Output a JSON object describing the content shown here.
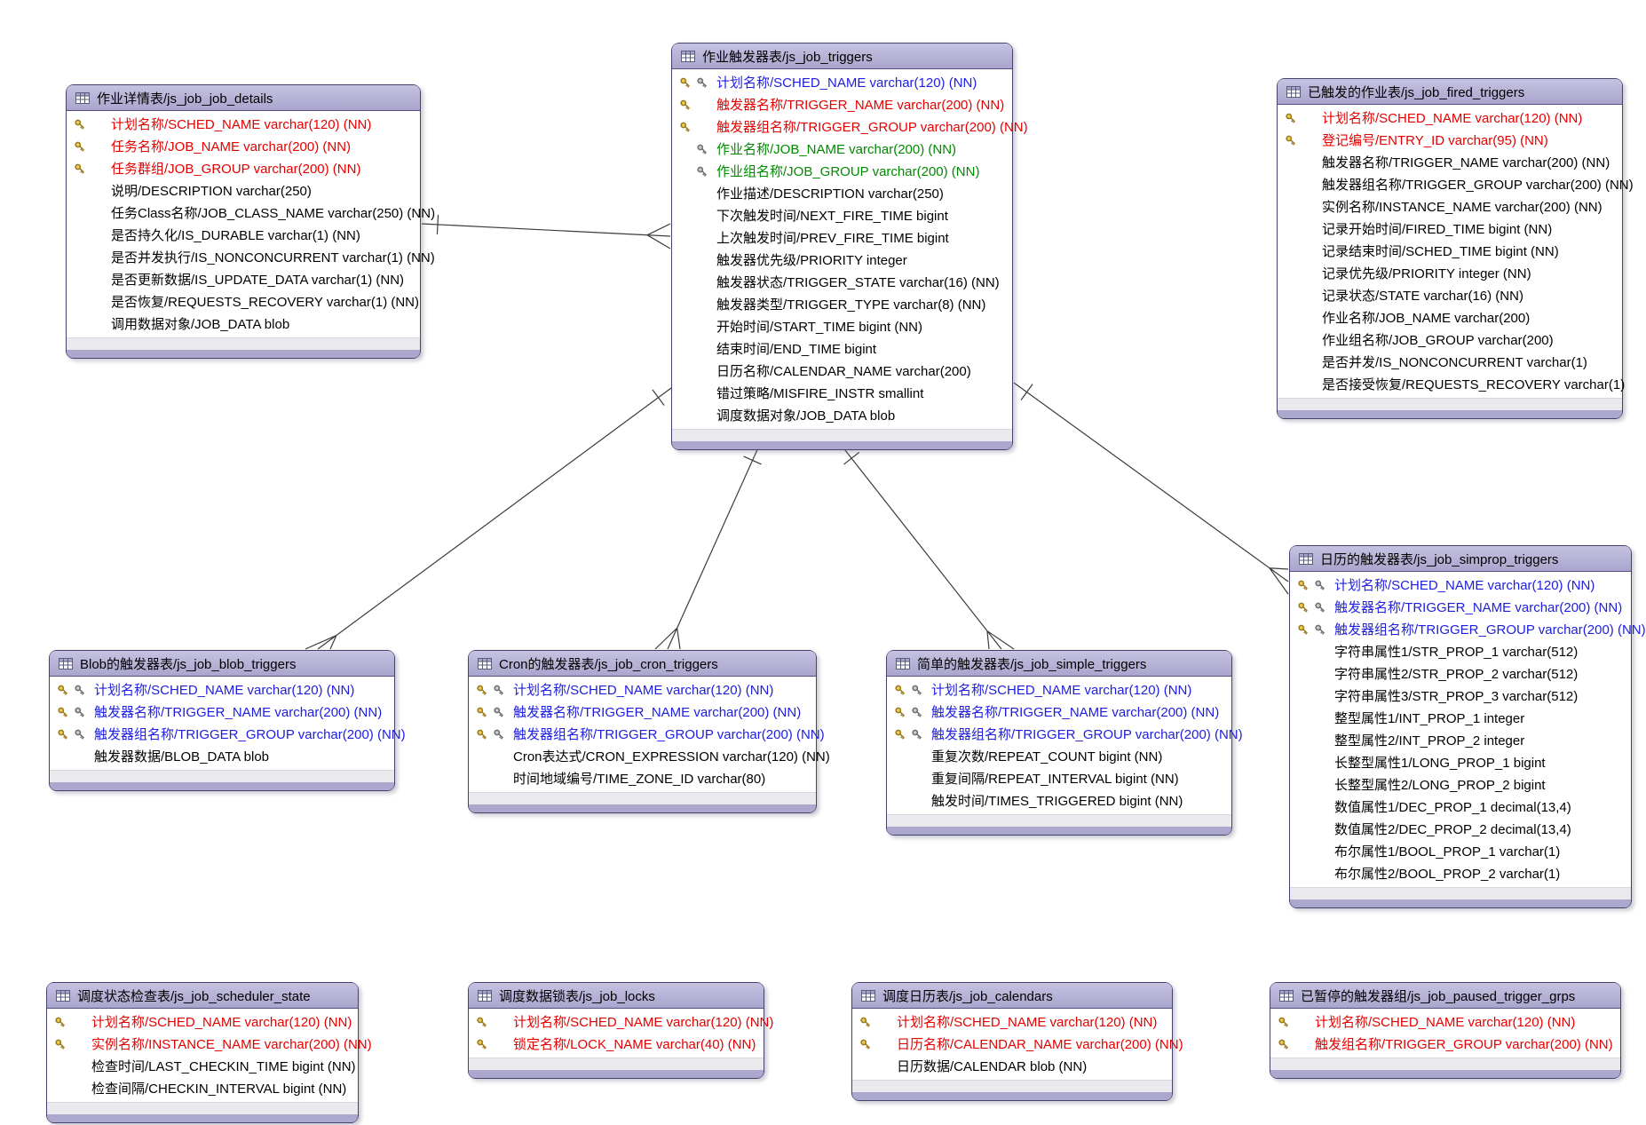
{
  "colors": {
    "header_fill": "#aba7cd",
    "table_border": "#46426e",
    "pk_text": "#e50000",
    "pk_fk_text": "#1d1de0",
    "fk_text": "#008a00",
    "normal_text": "#000000",
    "connector_line": "#3c3c3c"
  },
  "tables": [
    {
      "id": "js_job_job_details",
      "title": "作业详情表/js_job_job_details",
      "fields": [
        {
          "label": "计划名称/SCHED_NAME varchar(120) (NN)",
          "icons": "pk",
          "color": "red"
        },
        {
          "label": "任务名称/JOB_NAME varchar(200) (NN)",
          "icons": "pk",
          "color": "red"
        },
        {
          "label": "任务群组/JOB_GROUP varchar(200) (NN)",
          "icons": "pk",
          "color": "red"
        },
        {
          "label": "说明/DESCRIPTION varchar(250)",
          "icons": "none",
          "color": "black"
        },
        {
          "label": "任务Class名称/JOB_CLASS_NAME varchar(250) (NN)",
          "icons": "none",
          "color": "black"
        },
        {
          "label": "是否持久化/IS_DURABLE varchar(1) (NN)",
          "icons": "none",
          "color": "black"
        },
        {
          "label": "是否并发执行/IS_NONCONCURRENT varchar(1) (NN)",
          "icons": "none",
          "color": "black"
        },
        {
          "label": "是否更新数据/IS_UPDATE_DATA varchar(1) (NN)",
          "icons": "none",
          "color": "black"
        },
        {
          "label": "是否恢复/REQUESTS_RECOVERY varchar(1) (NN)",
          "icons": "none",
          "color": "black"
        },
        {
          "label": "调用数据对象/JOB_DATA blob",
          "icons": "none",
          "color": "black"
        }
      ]
    },
    {
      "id": "js_job_triggers",
      "title": "作业触发器表/js_job_triggers",
      "fields": [
        {
          "label": "计划名称/SCHED_NAME varchar(120) (NN)",
          "icons": "pk-fk",
          "color": "blue"
        },
        {
          "label": "触发器名称/TRIGGER_NAME varchar(200) (NN)",
          "icons": "pk",
          "color": "red"
        },
        {
          "label": "触发器组名称/TRIGGER_GROUP varchar(200) (NN)",
          "icons": "pk",
          "color": "red"
        },
        {
          "label": "作业名称/JOB_NAME varchar(200) (NN)",
          "icons": "fk",
          "color": "green"
        },
        {
          "label": "作业组名称/JOB_GROUP varchar(200) (NN)",
          "icons": "fk",
          "color": "green"
        },
        {
          "label": "作业描述/DESCRIPTION varchar(250)",
          "icons": "none",
          "color": "black"
        },
        {
          "label": "下次触发时间/NEXT_FIRE_TIME bigint",
          "icons": "none",
          "color": "black"
        },
        {
          "label": "上次触发时间/PREV_FIRE_TIME bigint",
          "icons": "none",
          "color": "black"
        },
        {
          "label": "触发器优先级/PRIORITY integer",
          "icons": "none",
          "color": "black"
        },
        {
          "label": "触发器状态/TRIGGER_STATE varchar(16) (NN)",
          "icons": "none",
          "color": "black"
        },
        {
          "label": "触发器类型/TRIGGER_TYPE varchar(8) (NN)",
          "icons": "none",
          "color": "black"
        },
        {
          "label": "开始时间/START_TIME bigint (NN)",
          "icons": "none",
          "color": "black"
        },
        {
          "label": "结束时间/END_TIME bigint",
          "icons": "none",
          "color": "black"
        },
        {
          "label": "日历名称/CALENDAR_NAME varchar(200)",
          "icons": "none",
          "color": "black"
        },
        {
          "label": "错过策略/MISFIRE_INSTR smallint",
          "icons": "none",
          "color": "black"
        },
        {
          "label": "调度数据对象/JOB_DATA blob",
          "icons": "none",
          "color": "black"
        }
      ]
    },
    {
      "id": "js_job_fired_triggers",
      "title": "已触发的作业表/js_job_fired_triggers",
      "fields": [
        {
          "label": "计划名称/SCHED_NAME varchar(120) (NN)",
          "icons": "pk",
          "color": "red"
        },
        {
          "label": "登记编号/ENTRY_ID varchar(95) (NN)",
          "icons": "pk",
          "color": "red"
        },
        {
          "label": "触发器名称/TRIGGER_NAME varchar(200) (NN)",
          "icons": "none",
          "color": "black"
        },
        {
          "label": "触发器组名称/TRIGGER_GROUP varchar(200) (NN)",
          "icons": "none",
          "color": "black"
        },
        {
          "label": "实例名称/INSTANCE_NAME varchar(200) (NN)",
          "icons": "none",
          "color": "black"
        },
        {
          "label": "记录开始时间/FIRED_TIME bigint (NN)",
          "icons": "none",
          "color": "black"
        },
        {
          "label": "记录结束时间/SCHED_TIME bigint (NN)",
          "icons": "none",
          "color": "black"
        },
        {
          "label": "记录优先级/PRIORITY integer (NN)",
          "icons": "none",
          "color": "black"
        },
        {
          "label": "记录状态/STATE varchar(16) (NN)",
          "icons": "none",
          "color": "black"
        },
        {
          "label": "作业名称/JOB_NAME varchar(200)",
          "icons": "none",
          "color": "black"
        },
        {
          "label": "作业组名称/JOB_GROUP varchar(200)",
          "icons": "none",
          "color": "black"
        },
        {
          "label": "是否并发/IS_NONCONCURRENT varchar(1)",
          "icons": "none",
          "color": "black"
        },
        {
          "label": "是否接受恢复/REQUESTS_RECOVERY varchar(1)",
          "icons": "none",
          "color": "black"
        }
      ]
    },
    {
      "id": "js_job_blob_triggers",
      "title": "Blob的触发器表/js_job_blob_triggers",
      "fields": [
        {
          "label": "计划名称/SCHED_NAME varchar(120) (NN)",
          "icons": "pk-fk",
          "color": "blue"
        },
        {
          "label": "触发器名称/TRIGGER_NAME varchar(200) (NN)",
          "icons": "pk-fk",
          "color": "blue"
        },
        {
          "label": "触发器组名称/TRIGGER_GROUP varchar(200) (NN)",
          "icons": "pk-fk",
          "color": "blue"
        },
        {
          "label": "触发器数据/BLOB_DATA blob",
          "icons": "none",
          "color": "black"
        }
      ]
    },
    {
      "id": "js_job_cron_triggers",
      "title": "Cron的触发器表/js_job_cron_triggers",
      "fields": [
        {
          "label": "计划名称/SCHED_NAME varchar(120) (NN)",
          "icons": "pk-fk",
          "color": "blue"
        },
        {
          "label": "触发器名称/TRIGGER_NAME varchar(200) (NN)",
          "icons": "pk-fk",
          "color": "blue"
        },
        {
          "label": "触发器组名称/TRIGGER_GROUP varchar(200) (NN)",
          "icons": "pk-fk",
          "color": "blue"
        },
        {
          "label": "Cron表达式/CRON_EXPRESSION varchar(120) (NN)",
          "icons": "none",
          "color": "black"
        },
        {
          "label": "时间地域编号/TIME_ZONE_ID varchar(80)",
          "icons": "none",
          "color": "black"
        }
      ]
    },
    {
      "id": "js_job_simple_triggers",
      "title": "简单的触发器表/js_job_simple_triggers",
      "fields": [
        {
          "label": "计划名称/SCHED_NAME varchar(120) (NN)",
          "icons": "pk-fk",
          "color": "blue"
        },
        {
          "label": "触发器名称/TRIGGER_NAME varchar(200) (NN)",
          "icons": "pk-fk",
          "color": "blue"
        },
        {
          "label": "触发器组名称/TRIGGER_GROUP varchar(200) (NN)",
          "icons": "pk-fk",
          "color": "blue"
        },
        {
          "label": "重复次数/REPEAT_COUNT bigint (NN)",
          "icons": "none",
          "color": "black"
        },
        {
          "label": "重复间隔/REPEAT_INTERVAL bigint (NN)",
          "icons": "none",
          "color": "black"
        },
        {
          "label": "触发时间/TIMES_TRIGGERED bigint (NN)",
          "icons": "none",
          "color": "black"
        }
      ]
    },
    {
      "id": "js_job_simprop_triggers",
      "title": "日历的触发器表/js_job_simprop_triggers",
      "fields": [
        {
          "label": "计划名称/SCHED_NAME varchar(120) (NN)",
          "icons": "pk-fk",
          "color": "blue"
        },
        {
          "label": "触发器名称/TRIGGER_NAME varchar(200) (NN)",
          "icons": "pk-fk",
          "color": "blue"
        },
        {
          "label": "触发器组名称/TRIGGER_GROUP varchar(200) (NN)",
          "icons": "pk-fk",
          "color": "blue"
        },
        {
          "label": "字符串属性1/STR_PROP_1 varchar(512)",
          "icons": "none",
          "color": "black"
        },
        {
          "label": "字符串属性2/STR_PROP_2 varchar(512)",
          "icons": "none",
          "color": "black"
        },
        {
          "label": "字符串属性3/STR_PROP_3 varchar(512)",
          "icons": "none",
          "color": "black"
        },
        {
          "label": "整型属性1/INT_PROP_1 integer",
          "icons": "none",
          "color": "black"
        },
        {
          "label": "整型属性2/INT_PROP_2 integer",
          "icons": "none",
          "color": "black"
        },
        {
          "label": "长整型属性1/LONG_PROP_1 bigint",
          "icons": "none",
          "color": "black"
        },
        {
          "label": "长整型属性2/LONG_PROP_2 bigint",
          "icons": "none",
          "color": "black"
        },
        {
          "label": "数值属性1/DEC_PROP_1 decimal(13,4)",
          "icons": "none",
          "color": "black"
        },
        {
          "label": "数值属性2/DEC_PROP_2 decimal(13,4)",
          "icons": "none",
          "color": "black"
        },
        {
          "label": "布尔属性1/BOOL_PROP_1 varchar(1)",
          "icons": "none",
          "color": "black"
        },
        {
          "label": "布尔属性2/BOOL_PROP_2 varchar(1)",
          "icons": "none",
          "color": "black"
        }
      ]
    },
    {
      "id": "js_job_scheduler_state",
      "title": "调度状态检查表/js_job_scheduler_state",
      "fields": [
        {
          "label": "计划名称/SCHED_NAME varchar(120) (NN)",
          "icons": "pk",
          "color": "red"
        },
        {
          "label": "实例名称/INSTANCE_NAME varchar(200) (NN)",
          "icons": "pk",
          "color": "red"
        },
        {
          "label": "检查时间/LAST_CHECKIN_TIME bigint (NN)",
          "icons": "none",
          "color": "black"
        },
        {
          "label": "检查间隔/CHECKIN_INTERVAL bigint (NN)",
          "icons": "none",
          "color": "black"
        }
      ]
    },
    {
      "id": "js_job_locks",
      "title": "调度数据锁表/js_job_locks",
      "fields": [
        {
          "label": "计划名称/SCHED_NAME varchar(120) (NN)",
          "icons": "pk",
          "color": "red"
        },
        {
          "label": "锁定名称/LOCK_NAME varchar(40) (NN)",
          "icons": "pk",
          "color": "red"
        }
      ]
    },
    {
      "id": "js_job_calendars",
      "title": "调度日历表/js_job_calendars",
      "fields": [
        {
          "label": "计划名称/SCHED_NAME varchar(120) (NN)",
          "icons": "pk",
          "color": "red"
        },
        {
          "label": "日历名称/CALENDAR_NAME varchar(200) (NN)",
          "icons": "pk",
          "color": "red"
        },
        {
          "label": "日历数据/CALENDAR blob (NN)",
          "icons": "none",
          "color": "black"
        }
      ]
    },
    {
      "id": "js_job_paused_trigger_grps",
      "title": "已暂停的触发器组/js_job_paused_trigger_grps",
      "fields": [
        {
          "label": "计划名称/SCHED_NAME varchar(120) (NN)",
          "icons": "pk",
          "color": "red"
        },
        {
          "label": "触发组名称/TRIGGER_GROUP varchar(200) (NN)",
          "icons": "pk",
          "color": "red"
        }
      ]
    }
  ],
  "relationships": [
    {
      "from": "js_job_job_details",
      "to": "js_job_triggers",
      "cardinality": "one-to-many"
    },
    {
      "from": "js_job_triggers",
      "to": "js_job_blob_triggers",
      "cardinality": "one-to-many"
    },
    {
      "from": "js_job_triggers",
      "to": "js_job_cron_triggers",
      "cardinality": "one-to-many"
    },
    {
      "from": "js_job_triggers",
      "to": "js_job_simple_triggers",
      "cardinality": "one-to-many"
    },
    {
      "from": "js_job_triggers",
      "to": "js_job_simprop_triggers",
      "cardinality": "one-to-many"
    }
  ]
}
